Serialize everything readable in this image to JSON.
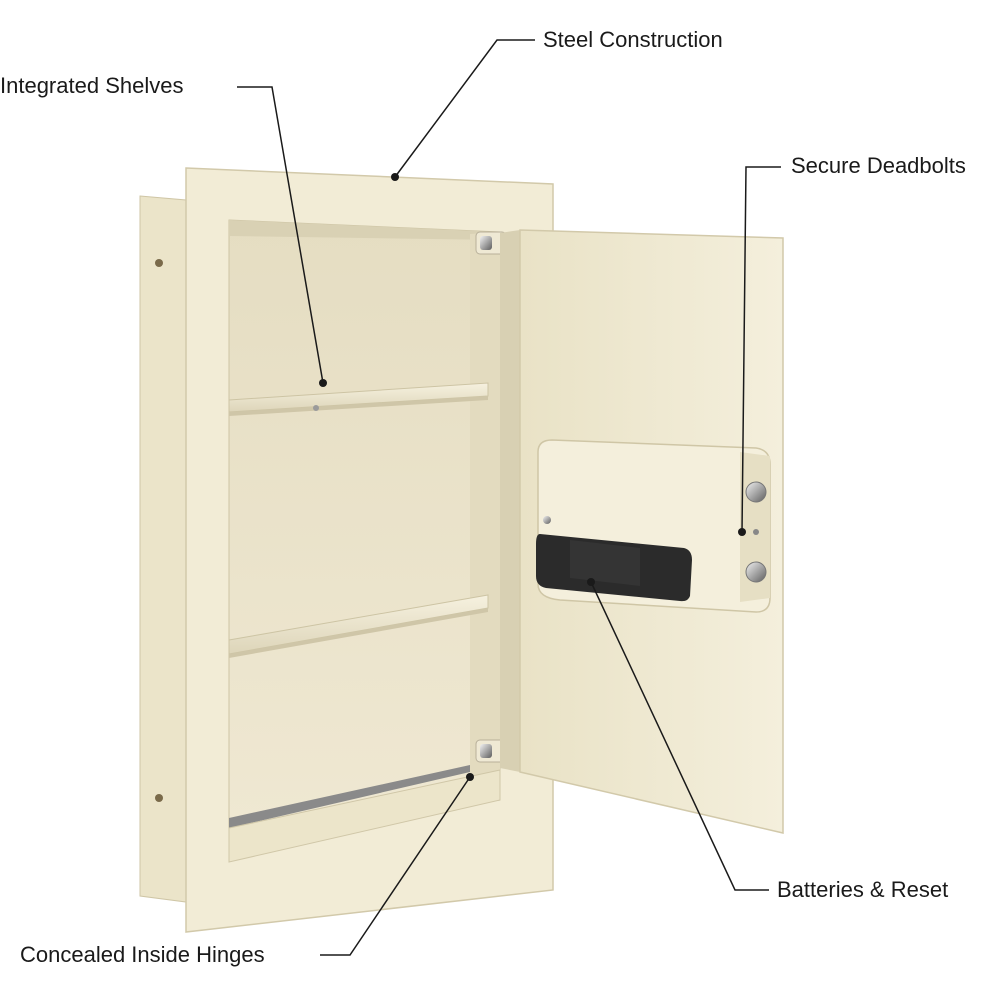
{
  "callouts": {
    "steel_construction": "Steel Construction",
    "integrated_shelves": "Integrated Shelves",
    "secure_deadbolts": "Secure Deadbolts",
    "batteries_reset": "Batteries & Reset",
    "concealed_hinges": "Concealed Inside Hinges"
  },
  "colors": {
    "safe_body": "#f0ead2",
    "safe_shadow": "#d9d1b5",
    "keypad_panel": "#f3eedb",
    "battery_cover": "#2b2b2b",
    "shelf_felt": "#8a8a8a",
    "leader_lines": "#1a1a1a"
  }
}
